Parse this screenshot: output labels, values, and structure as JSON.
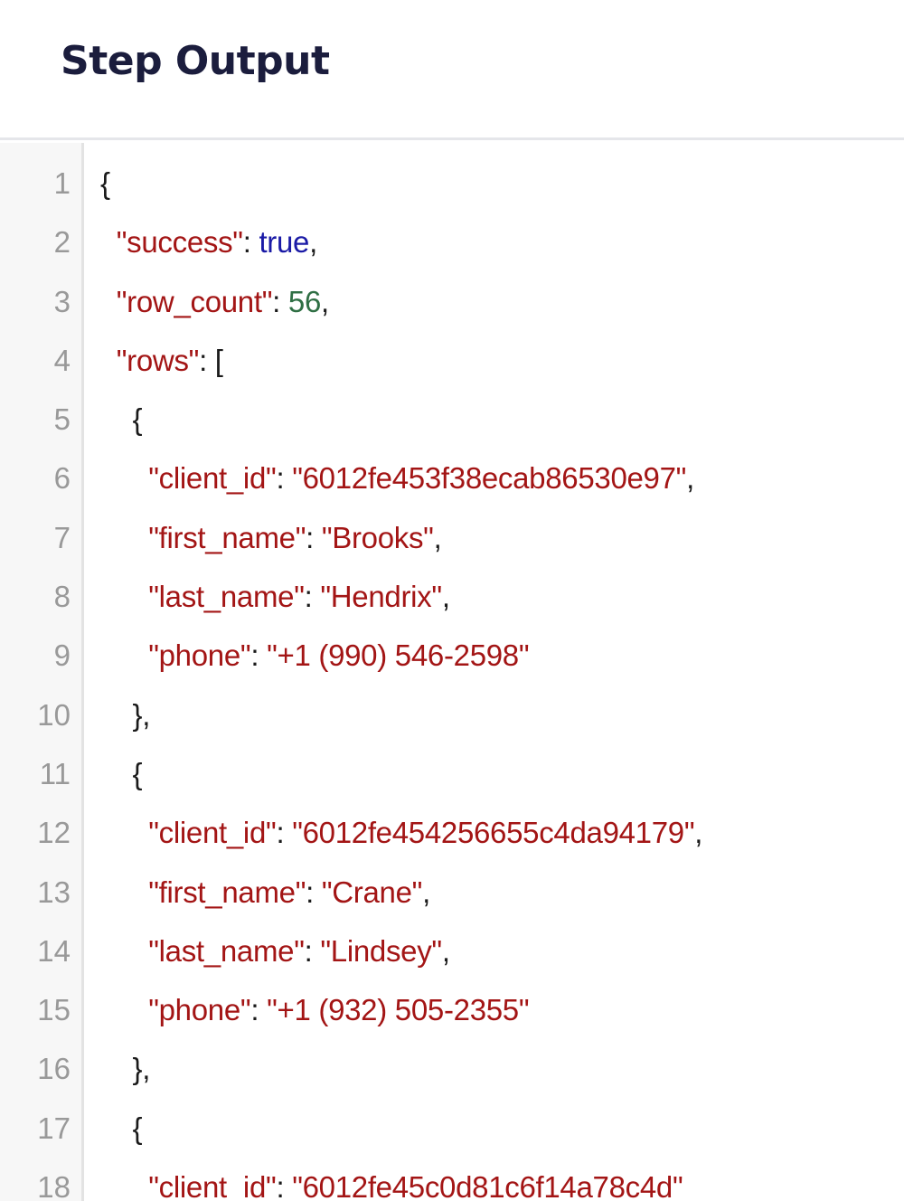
{
  "header": {
    "title": "Step Output"
  },
  "colors": {
    "key": "#a31515",
    "string": "#a31515",
    "boolean": "#1a1aa6",
    "number": "#2f6f44",
    "punctuation": "#1a1a1a",
    "line_number": "#999999",
    "gutter_bg": "#f7f7f7",
    "title": "#1b1d3d"
  },
  "editor": {
    "line_numbers": [
      "1",
      "2",
      "3",
      "4",
      "5",
      "6",
      "7",
      "8",
      "9",
      "10",
      "11",
      "12",
      "13",
      "14",
      "15",
      "16",
      "17",
      "18"
    ],
    "lines": [
      {
        "indent": "",
        "tokens": [
          {
            "t": "punct",
            "v": "{"
          }
        ]
      },
      {
        "indent": "  ",
        "tokens": [
          {
            "t": "key",
            "v": "\"success\""
          },
          {
            "t": "punct",
            "v": ": "
          },
          {
            "t": "bool",
            "v": "true"
          },
          {
            "t": "punct",
            "v": ","
          }
        ]
      },
      {
        "indent": "  ",
        "tokens": [
          {
            "t": "key",
            "v": "\"row_count\""
          },
          {
            "t": "punct",
            "v": ": "
          },
          {
            "t": "num",
            "v": "56"
          },
          {
            "t": "punct",
            "v": ","
          }
        ]
      },
      {
        "indent": "  ",
        "tokens": [
          {
            "t": "key",
            "v": "\"rows\""
          },
          {
            "t": "punct",
            "v": ": ["
          }
        ]
      },
      {
        "indent": "    ",
        "tokens": [
          {
            "t": "punct",
            "v": "{"
          }
        ]
      },
      {
        "indent": "      ",
        "tokens": [
          {
            "t": "key",
            "v": "\"client_id\""
          },
          {
            "t": "punct",
            "v": ": "
          },
          {
            "t": "str",
            "v": "\"6012fe453f38ecab86530e97\""
          },
          {
            "t": "punct",
            "v": ","
          }
        ]
      },
      {
        "indent": "      ",
        "tokens": [
          {
            "t": "key",
            "v": "\"first_name\""
          },
          {
            "t": "punct",
            "v": ": "
          },
          {
            "t": "str",
            "v": "\"Brooks\""
          },
          {
            "t": "punct",
            "v": ","
          }
        ]
      },
      {
        "indent": "      ",
        "tokens": [
          {
            "t": "key",
            "v": "\"last_name\""
          },
          {
            "t": "punct",
            "v": ": "
          },
          {
            "t": "str",
            "v": "\"Hendrix\""
          },
          {
            "t": "punct",
            "v": ","
          }
        ]
      },
      {
        "indent": "      ",
        "tokens": [
          {
            "t": "key",
            "v": "\"phone\""
          },
          {
            "t": "punct",
            "v": ": "
          },
          {
            "t": "str",
            "v": "\"+1 (990) 546-2598\""
          }
        ]
      },
      {
        "indent": "    ",
        "tokens": [
          {
            "t": "punct",
            "v": "},"
          }
        ]
      },
      {
        "indent": "    ",
        "tokens": [
          {
            "t": "punct",
            "v": "{"
          }
        ]
      },
      {
        "indent": "      ",
        "tokens": [
          {
            "t": "key",
            "v": "\"client_id\""
          },
          {
            "t": "punct",
            "v": ": "
          },
          {
            "t": "str",
            "v": "\"6012fe454256655c4da94179\""
          },
          {
            "t": "punct",
            "v": ","
          }
        ]
      },
      {
        "indent": "      ",
        "tokens": [
          {
            "t": "key",
            "v": "\"first_name\""
          },
          {
            "t": "punct",
            "v": ": "
          },
          {
            "t": "str",
            "v": "\"Crane\""
          },
          {
            "t": "punct",
            "v": ","
          }
        ]
      },
      {
        "indent": "      ",
        "tokens": [
          {
            "t": "key",
            "v": "\"last_name\""
          },
          {
            "t": "punct",
            "v": ": "
          },
          {
            "t": "str",
            "v": "\"Lindsey\""
          },
          {
            "t": "punct",
            "v": ","
          }
        ]
      },
      {
        "indent": "      ",
        "tokens": [
          {
            "t": "key",
            "v": "\"phone\""
          },
          {
            "t": "punct",
            "v": ": "
          },
          {
            "t": "str",
            "v": "\"+1 (932) 505-2355\""
          }
        ]
      },
      {
        "indent": "    ",
        "tokens": [
          {
            "t": "punct",
            "v": "},"
          }
        ]
      },
      {
        "indent": "    ",
        "tokens": [
          {
            "t": "punct",
            "v": "{"
          }
        ]
      },
      {
        "indent": "      ",
        "tokens": [
          {
            "t": "key",
            "v": "\"client_id\""
          },
          {
            "t": "punct",
            "v": ": "
          },
          {
            "t": "str",
            "v": "\"6012fe45c0d81c6f14a78c4d\""
          }
        ]
      }
    ]
  }
}
